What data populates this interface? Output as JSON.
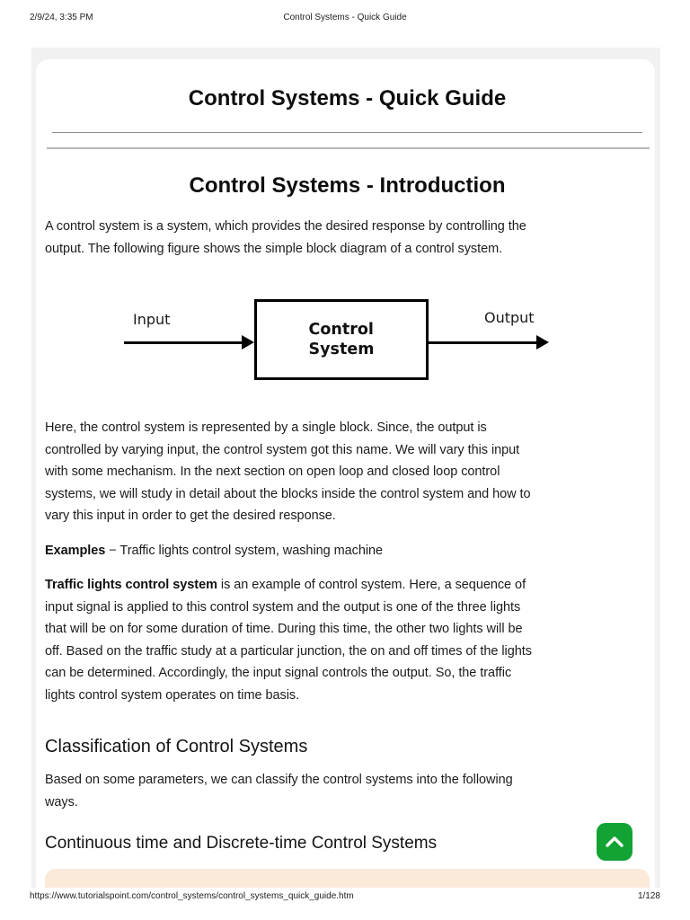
{
  "print_header": {
    "datetime": "2/9/24, 3:35 PM",
    "doc_title": "Control Systems - Quick Guide"
  },
  "print_footer": {
    "url": "https://www.tutorialspoint.com/control_systems/control_systems_quick_guide.htm",
    "page_indicator": "1/128"
  },
  "article": {
    "title": "Control Systems - Quick Guide",
    "section_title": "Control Systems - Introduction",
    "p1": "A control system is a system, which provides the desired response by controlling the\noutput. The following figure shows the simple block diagram of a control system.",
    "figure": {
      "input_label": "Input",
      "box_text": "Control\nSystem",
      "output_label": "Output"
    },
    "p2": "Here, the control system is represented by a single block. Since, the output is\ncontrolled by varying input, the control system got this name. We will vary this input\nwith some mechanism. In the next section on open loop and closed loop control\nsystems, we will study in detail about the blocks inside the control system and how to\nvary this input in order to get the desired response.",
    "examples_label": "Examples",
    "examples_text": " − Traffic lights control system, washing machine",
    "p3_lead": "Traffic lights control system",
    "p3_rest": " is an example of control system. Here, a sequence of\ninput signal is applied to this control system and the output is one of the three lights\nthat will be on for some duration of time. During this time, the other two lights will be\noff. Based on the traffic study at a particular junction, the on and off times of the lights\ncan be determined. Accordingly, the input signal controls the output. So, the traffic\nlights control system operates on time basis.",
    "classification_heading": "Classification of Control Systems",
    "p4": "Based on some parameters, we can classify the control systems into the following\nways.",
    "continuous_heading": "Continuous time and Discrete-time Control Systems"
  },
  "scroll_top_button": {
    "icon": "chevron-up-icon"
  },
  "colors": {
    "accent_green": "#12a334",
    "note_bg": "#fbe9da"
  }
}
